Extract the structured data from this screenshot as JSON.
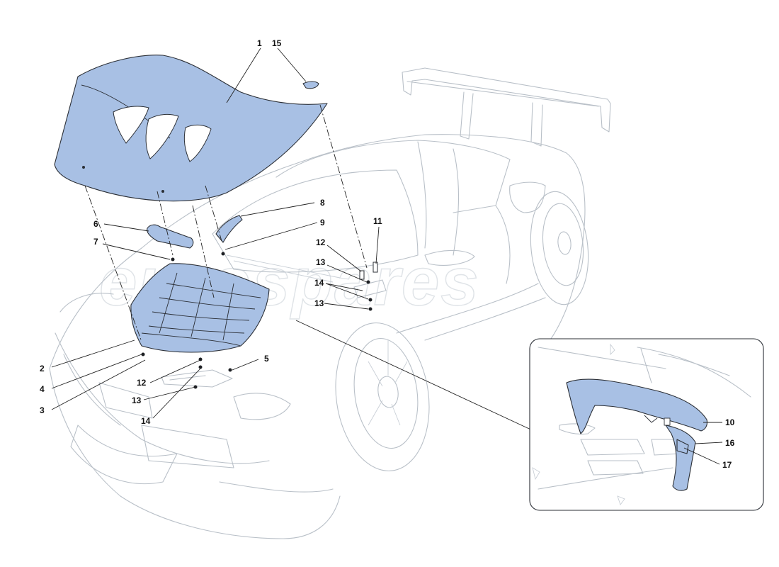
{
  "watermark": "eurospares",
  "part_color": "#a8c0e4",
  "callouts": {
    "c1": "1",
    "c15": "15",
    "c8": "8",
    "c9": "9",
    "c6": "6",
    "c7": "7",
    "c11": "11",
    "c12a": "12",
    "c13a": "13",
    "c14a": "14",
    "c13b": "13",
    "c2": "2",
    "c4": "4",
    "c3": "3",
    "c5": "5",
    "c12b": "12",
    "c13c": "13",
    "c14b": "14",
    "c10": "10",
    "c16": "16",
    "c17": "17"
  }
}
